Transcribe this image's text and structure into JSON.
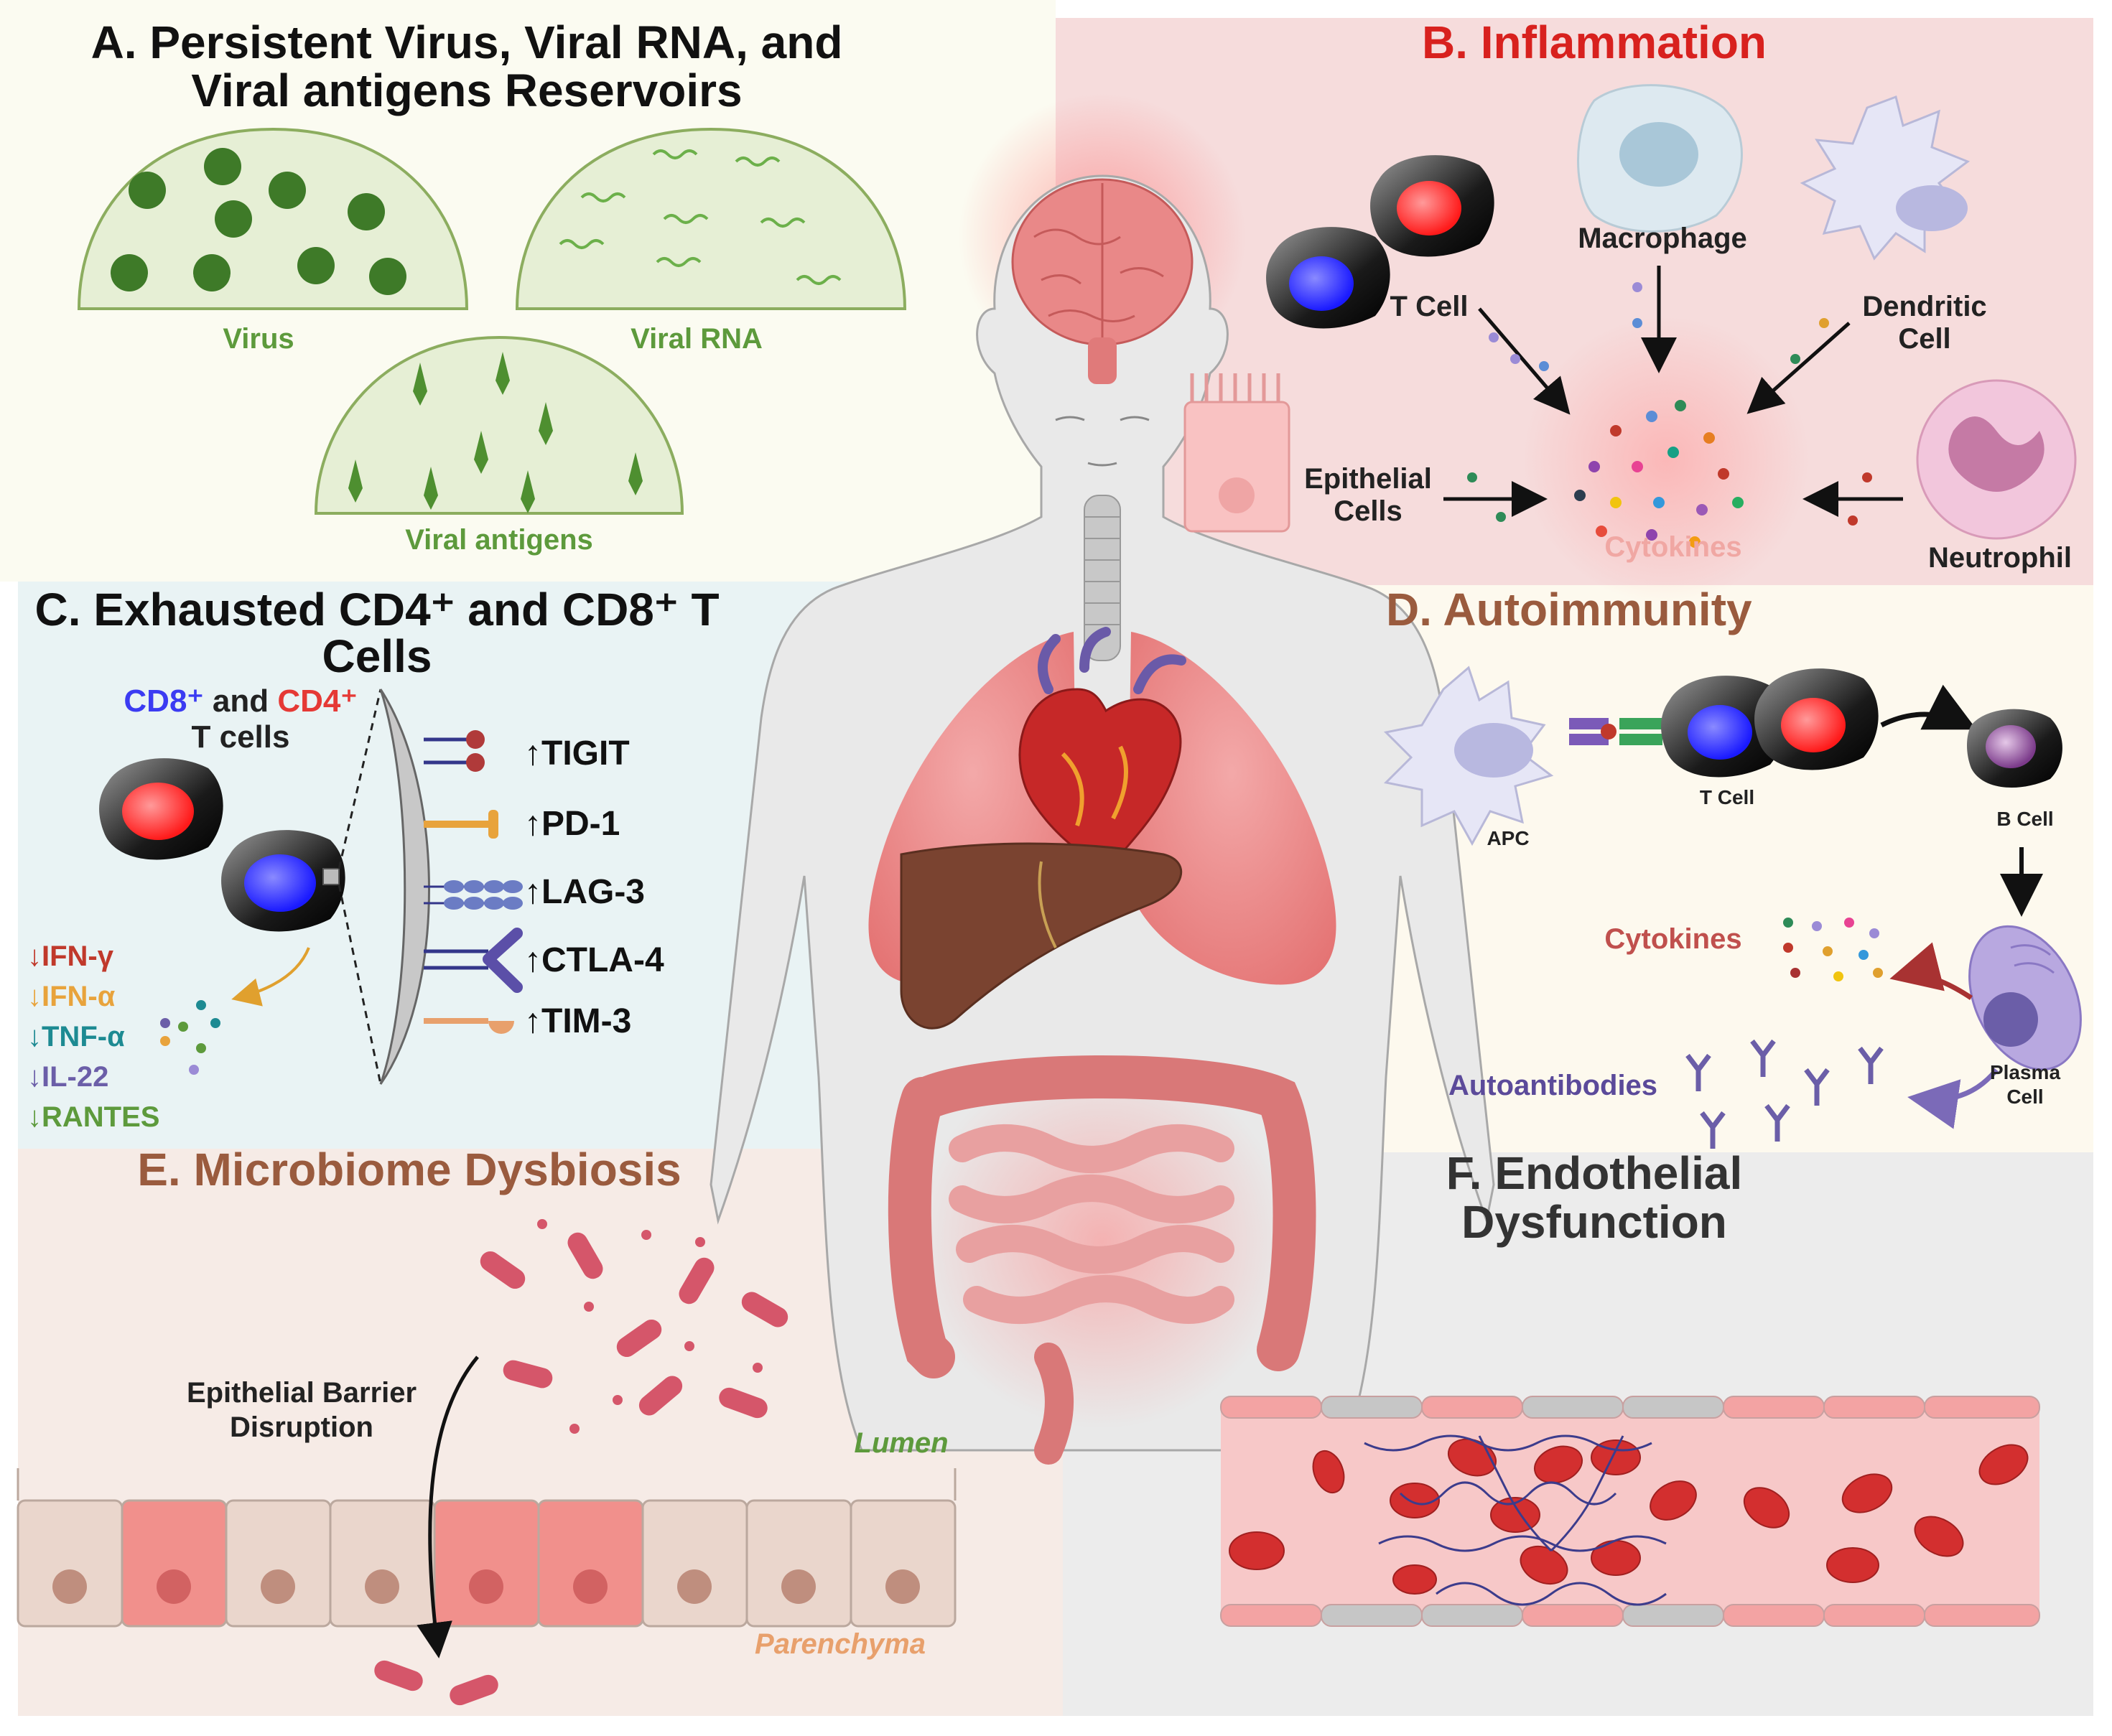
{
  "panels": {
    "a": {
      "title_line1": "A. Persistent Virus, Viral RNA, and",
      "title_line2": "Viral antigens Reservoirs",
      "virus": "Virus",
      "viral_rna": "Viral RNA",
      "viral_antigens": "Viral antigens"
    },
    "b": {
      "title": "B. Inflammation",
      "t_cell": "T Cell",
      "macrophage": "Macrophage",
      "dendritic_line1": "Dendritic",
      "dendritic_line2": "Cell",
      "epithelial_line1": "Epithelial",
      "epithelial_line2": "Cells",
      "cytokines": "Cytokines",
      "neutrophil": "Neutrophil"
    },
    "c": {
      "title_line1": "C. Exhausted CD4⁺ and CD8⁺ T",
      "title_line2": "Cells",
      "cd8": "CD8⁺",
      "and": " and ",
      "cd4": "CD4⁺",
      "t_cells": "T cells",
      "receptors": [
        "↑TIGIT",
        "↑PD-1",
        "↑LAG-3",
        "↑CTLA-4",
        "↑TIM-3"
      ],
      "cytokines": [
        "↓IFN-γ",
        "↓IFN-α",
        "↓TNF-α",
        "↓IL-22",
        "↓RANTES"
      ]
    },
    "d": {
      "title": "D. Autoimmunity",
      "apc": "APC",
      "t_cell": "T Cell",
      "b_cell": "B Cell",
      "cytokines": "Cytokines",
      "plasma_line1": "Plasma",
      "plasma_line2": "Cell",
      "autoantibodies": "Autoantibodies"
    },
    "e": {
      "title": "E. Microbiome Dysbiosis",
      "barrier_line1": "Epithelial Barrier",
      "barrier_line2": "Disruption",
      "lumen": "Lumen",
      "parenchyma": "Parenchyma"
    },
    "f": {
      "title_line1": "F. Endothelial",
      "title_line2": "Dysfunction"
    }
  },
  "colors": {
    "panel_a_bg": "#fbfbf1",
    "panel_b_bg": "#f6dcdc",
    "panel_c_bg": "#e9f3f4",
    "panel_d_bg": "#fdf9ee",
    "panel_e_bg": "#f6ebe6",
    "panel_f_bg": "#ececec",
    "title_b": "#d8211e",
    "title_d": "#9a5b3e",
    "title_e": "#9a5b3e",
    "cd8_blue": "#3b3bf2",
    "cd4_red": "#e53935",
    "virus_green": "#5d9a3c",
    "cytokine_pink": "#f0a7a3",
    "ifn_gamma": "#c0392b",
    "ifn_alpha": "#e8a33c",
    "tnf_alpha": "#1d8a92",
    "il22": "#6b5ea8",
    "rantes": "#5d9a3c",
    "autoantibody": "#5b4a9a",
    "cytokines_d": "#c0504d",
    "lumen": "#5d9a3c",
    "parenchyma": "#e8a06c"
  }
}
